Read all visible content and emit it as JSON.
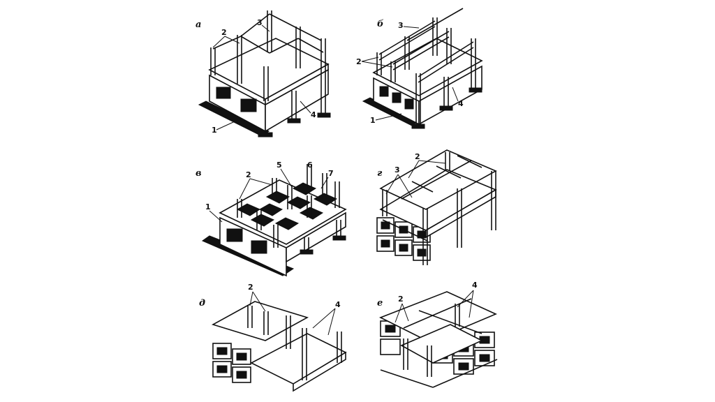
{
  "figure": {
    "panels": [
      {
        "id": "a",
        "letter": "а",
        "callouts": [
          "1",
          "2",
          "3",
          "4"
        ]
      },
      {
        "id": "b",
        "letter": "б",
        "callouts": [
          "1",
          "2",
          "3",
          "4"
        ]
      },
      {
        "id": "v",
        "letter": "в",
        "callouts": [
          "1",
          "2",
          "5",
          "6",
          "7"
        ]
      },
      {
        "id": "g",
        "letter": "г",
        "callouts": [
          "2",
          "3"
        ]
      },
      {
        "id": "d",
        "letter": "д",
        "callouts": [
          "2",
          "4"
        ]
      },
      {
        "id": "e",
        "letter": "е",
        "callouts": [
          "2",
          "4"
        ]
      }
    ]
  },
  "colors": {
    "ink": "#111111",
    "paper": "#ffffff",
    "shade": "#e6e6e6"
  }
}
